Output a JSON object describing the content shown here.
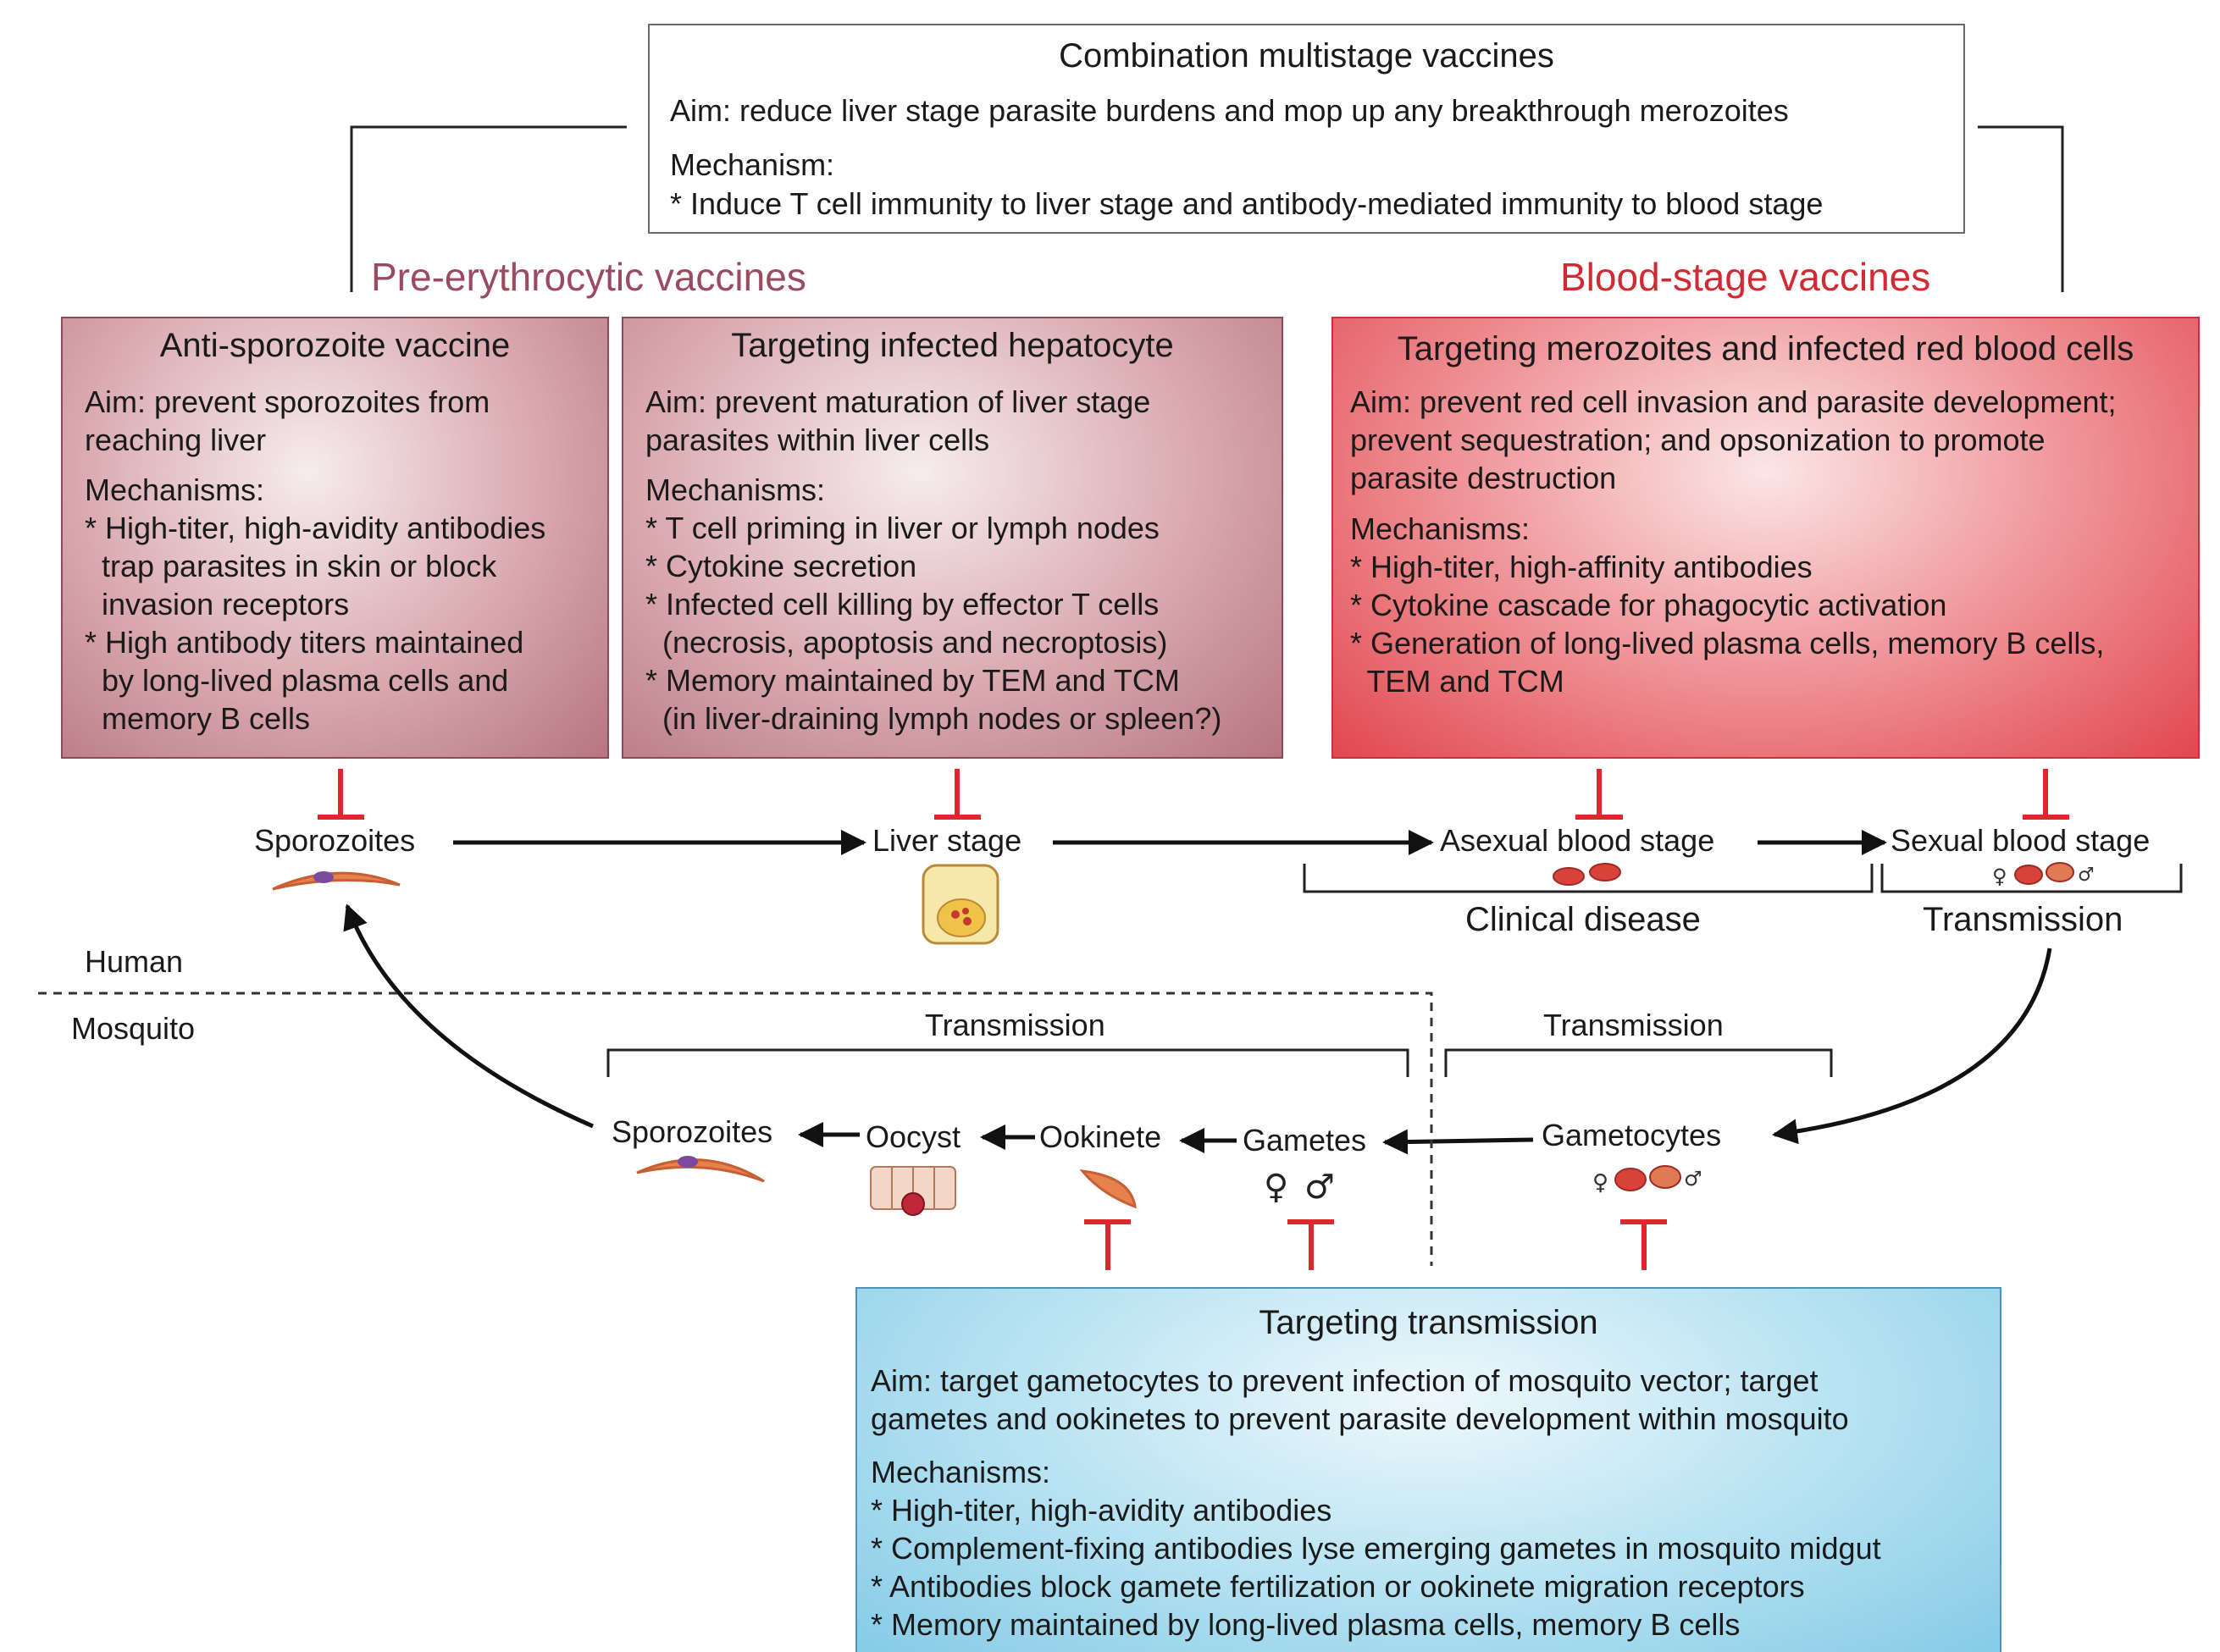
{
  "combination": {
    "title": "Combination multistage vaccines",
    "aim": "Aim: reduce liver stage parasite burdens and mop up any breakthrough merozoites",
    "mechanism_heading": "Mechanism:",
    "mechanism_item": "* Induce T cell immunity to liver stage and antibody-mediated immunity to blood stage"
  },
  "sections": {
    "pre_erythrocytic": "Pre-erythrocytic vaccines",
    "blood_stage": "Blood-stage vaccines"
  },
  "anti_sporozoite": {
    "title": "Anti-sporozoite vaccine",
    "aim_lines": [
      "Aim: prevent sporozoites from",
      "reaching liver"
    ],
    "mechanisms_heading": "Mechanisms:",
    "mechanism_lines": [
      "* High-titer, high-avidity antibodies",
      "  trap parasites in skin or block",
      "  invasion receptors",
      "* High antibody titers maintained",
      "  by long-lived plasma cells and",
      "  memory B cells"
    ]
  },
  "hepatocyte": {
    "title": "Targeting infected hepatocyte",
    "aim_lines": [
      "Aim: prevent maturation of liver stage",
      "parasites within liver cells"
    ],
    "mechanisms_heading": "Mechanisms:",
    "mechanism_lines": [
      "* T cell priming in liver or lymph nodes",
      "* Cytokine secretion",
      "* Infected cell killing by effector T cells",
      "  (necrosis, apoptosis and necroptosis)",
      "* Memory maintained by TEM and TCM",
      "  (in liver-draining lymph nodes or spleen?)"
    ]
  },
  "merozoites": {
    "title": "Targeting merozoites and infected red blood cells",
    "aim_lines": [
      "Aim: prevent red cell invasion and parasite development;",
      "prevent sequestration; and opsonization to promote",
      "parasite destruction"
    ],
    "mechanisms_heading": "Mechanisms:",
    "mechanism_lines": [
      "* High-titer, high-affinity antibodies",
      "* Cytokine cascade for phagocytic activation",
      "* Generation of long-lived plasma cells, memory B cells,",
      "  TEM and TCM"
    ]
  },
  "transmission_box": {
    "title": "Targeting transmission",
    "aim_lines": [
      "Aim: target gametocytes to prevent infection of mosquito vector; target",
      "gametes and ookinetes to prevent parasite development within mosquito"
    ],
    "mechanisms_heading": "Mechanisms:",
    "mechanism_lines": [
      "* High-titer, high-avidity antibodies",
      "* Complement-fixing antibodies lyse emerging gametes in mosquito midgut",
      "* Antibodies block gamete fertilization or ookinete migration receptors",
      "* Memory maintained by long-lived plasma cells, memory B cells"
    ]
  },
  "human_stages": {
    "sporozoites": "Sporozoites",
    "liver": "Liver stage",
    "asexual": "Asexual blood stage",
    "sexual": "Sexual blood stage"
  },
  "brackets": {
    "clinical": "Clinical disease",
    "transmission_human": "Transmission",
    "transmission_mosquito_left": "Transmission",
    "transmission_mosquito_right": "Transmission"
  },
  "hosts": {
    "human": "Human",
    "mosquito": "Mosquito"
  },
  "mosquito_stages": {
    "sporozoites": "Sporozoites",
    "oocyst": "Oocyst",
    "ookinete": "Ookinete",
    "gametes": "Gametes",
    "gametocytes": "Gametocytes"
  },
  "colors": {
    "maroon_box": "#c48a92",
    "blood_box": "#ec6b71",
    "transmission_box": "#a8dbef",
    "inhibitor": "#e0262e",
    "cell": "#e7824f",
    "rbc": "#d8423a"
  }
}
